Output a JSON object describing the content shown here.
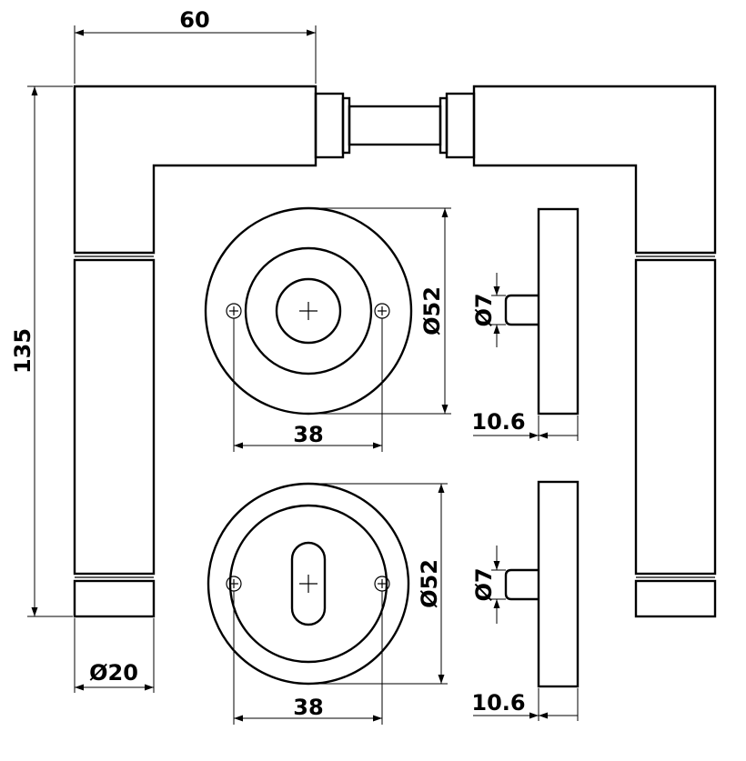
{
  "dimensions": {
    "lever_width": "60",
    "lever_height": "135",
    "lever_diameter": "Ø20",
    "rose_top_diameter": "Ø52",
    "rose_top_hole_spacing": "38",
    "rose_bottom_diameter": "Ø52",
    "rose_bottom_hole_spacing": "38",
    "spindle_top_diameter": "Ø7",
    "spindle_top_thickness": "10.6",
    "spindle_bottom_diameter": "Ø7",
    "spindle_bottom_thickness": "10.6"
  }
}
